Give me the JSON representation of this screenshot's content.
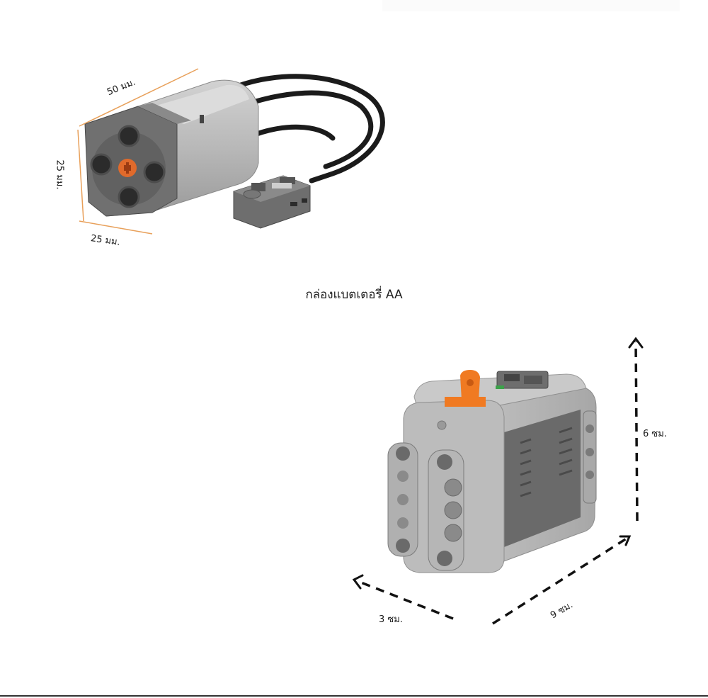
{
  "caption": "กล่องแบตเตอรี่ AA",
  "motor": {
    "dimensions": {
      "length": "50 มม.",
      "height": "25 มม.",
      "width": "25 มม."
    },
    "colors": {
      "body_light": "#b9b9b9",
      "body_dark": "#6f6f6f",
      "axle": "#e06a2b",
      "cable": "#1b1b1b",
      "dimension_line": "#e8a05a"
    }
  },
  "battery_box": {
    "dimensions": {
      "height": "6 ซม.",
      "length": "9 ซม.",
      "depth": "3 ซม."
    },
    "colors": {
      "body_light": "#b3b3b3",
      "body_dark": "#6a6a6a",
      "switch": "#f07a22",
      "dimension_line": "#111111"
    }
  }
}
